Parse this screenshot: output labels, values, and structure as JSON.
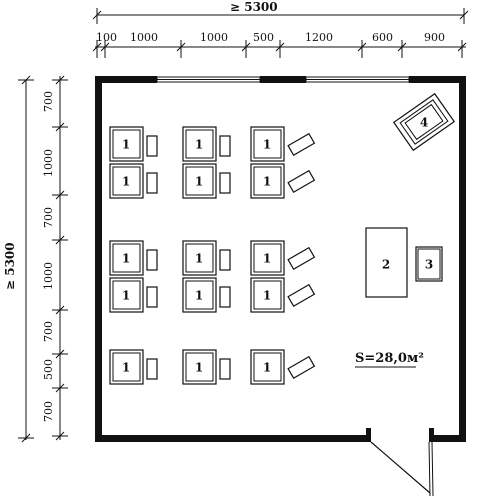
{
  "dimensions": {
    "total_top": "≥ 5300",
    "total_left": "≥ 5300",
    "top_segments": [
      "100",
      "1000",
      "1000",
      "500",
      "1200",
      "600",
      "900"
    ],
    "left_segments": [
      "700",
      "1000",
      "700",
      "1000",
      "700",
      "500",
      "700"
    ]
  },
  "furniture": {
    "desk_label": "1",
    "teacher_table_label": "2",
    "cabinet_label": "3",
    "corner_unit_label": "4"
  },
  "area_label": "S=28,0м²"
}
